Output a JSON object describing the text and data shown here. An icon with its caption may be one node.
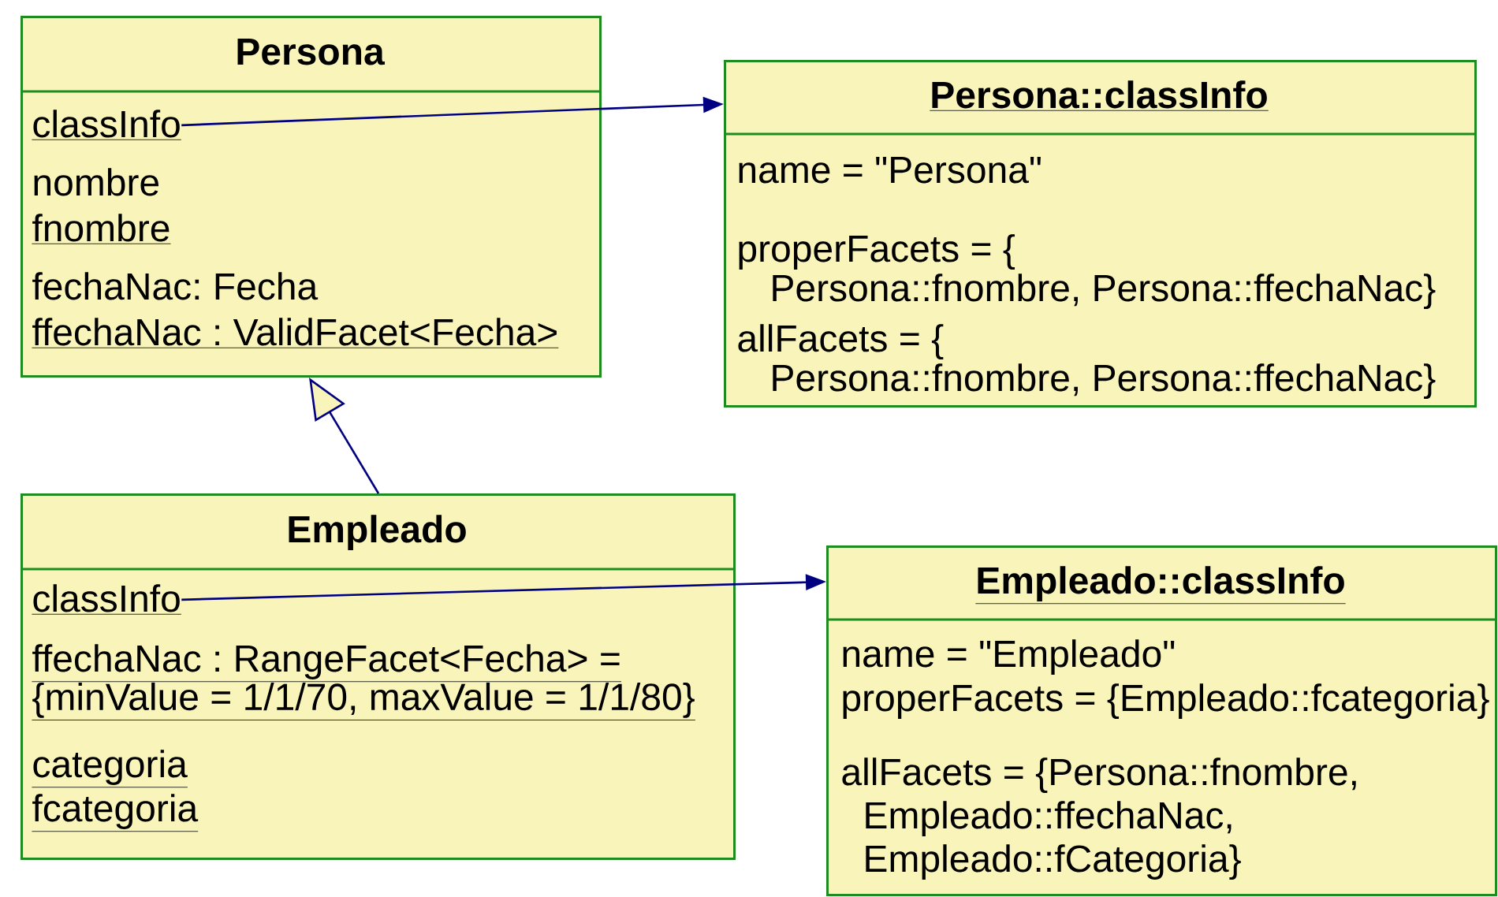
{
  "diagram": {
    "nodes": [
      {
        "text": [
          "Persona",
          "nombre",
          "fnombre",
          "fechaNac: Fecha",
          "ffechaNac : ValidFacet<Fecha>"
        ]
      },
      {
        "text": [
          "classInfo"
        ],
        "in": 0
      },
      {
        "text": [
          "Persona::classInfo",
          "name = \"Persona\"",
          "properFacets = { Persona::fnombre, Persona::ffechaNac}",
          "allFacets = { Persona::fnombre, Persona::ffechaNac}"
        ]
      },
      {
        "text": [
          "Empleado",
          "ffechaNac : RangeFacet<Fecha> = {minValue = 1/1/70, maxValue = 1/1/80}",
          "categoria",
          "fcategoria"
        ]
      },
      {
        "text": [
          "classInfo"
        ],
        "in": 3
      },
      {
        "text": [
          "Empleado::classInfo",
          "name = \"Empleado\"",
          "properFacets = {Empleado::fcategoria}",
          "allFacets = {Persona::fnombre, Empleado::ffechaNac, Empleado::fCategoria}"
        ]
      }
    ],
    "edges": [
      {
        "from": 1,
        "to": 2,
        "arrow": "to"
      },
      {
        "from": 3,
        "to": 0,
        "arrow": "to"
      },
      {
        "from": 4,
        "to": 5,
        "arrow": "to"
      }
    ]
  }
}
